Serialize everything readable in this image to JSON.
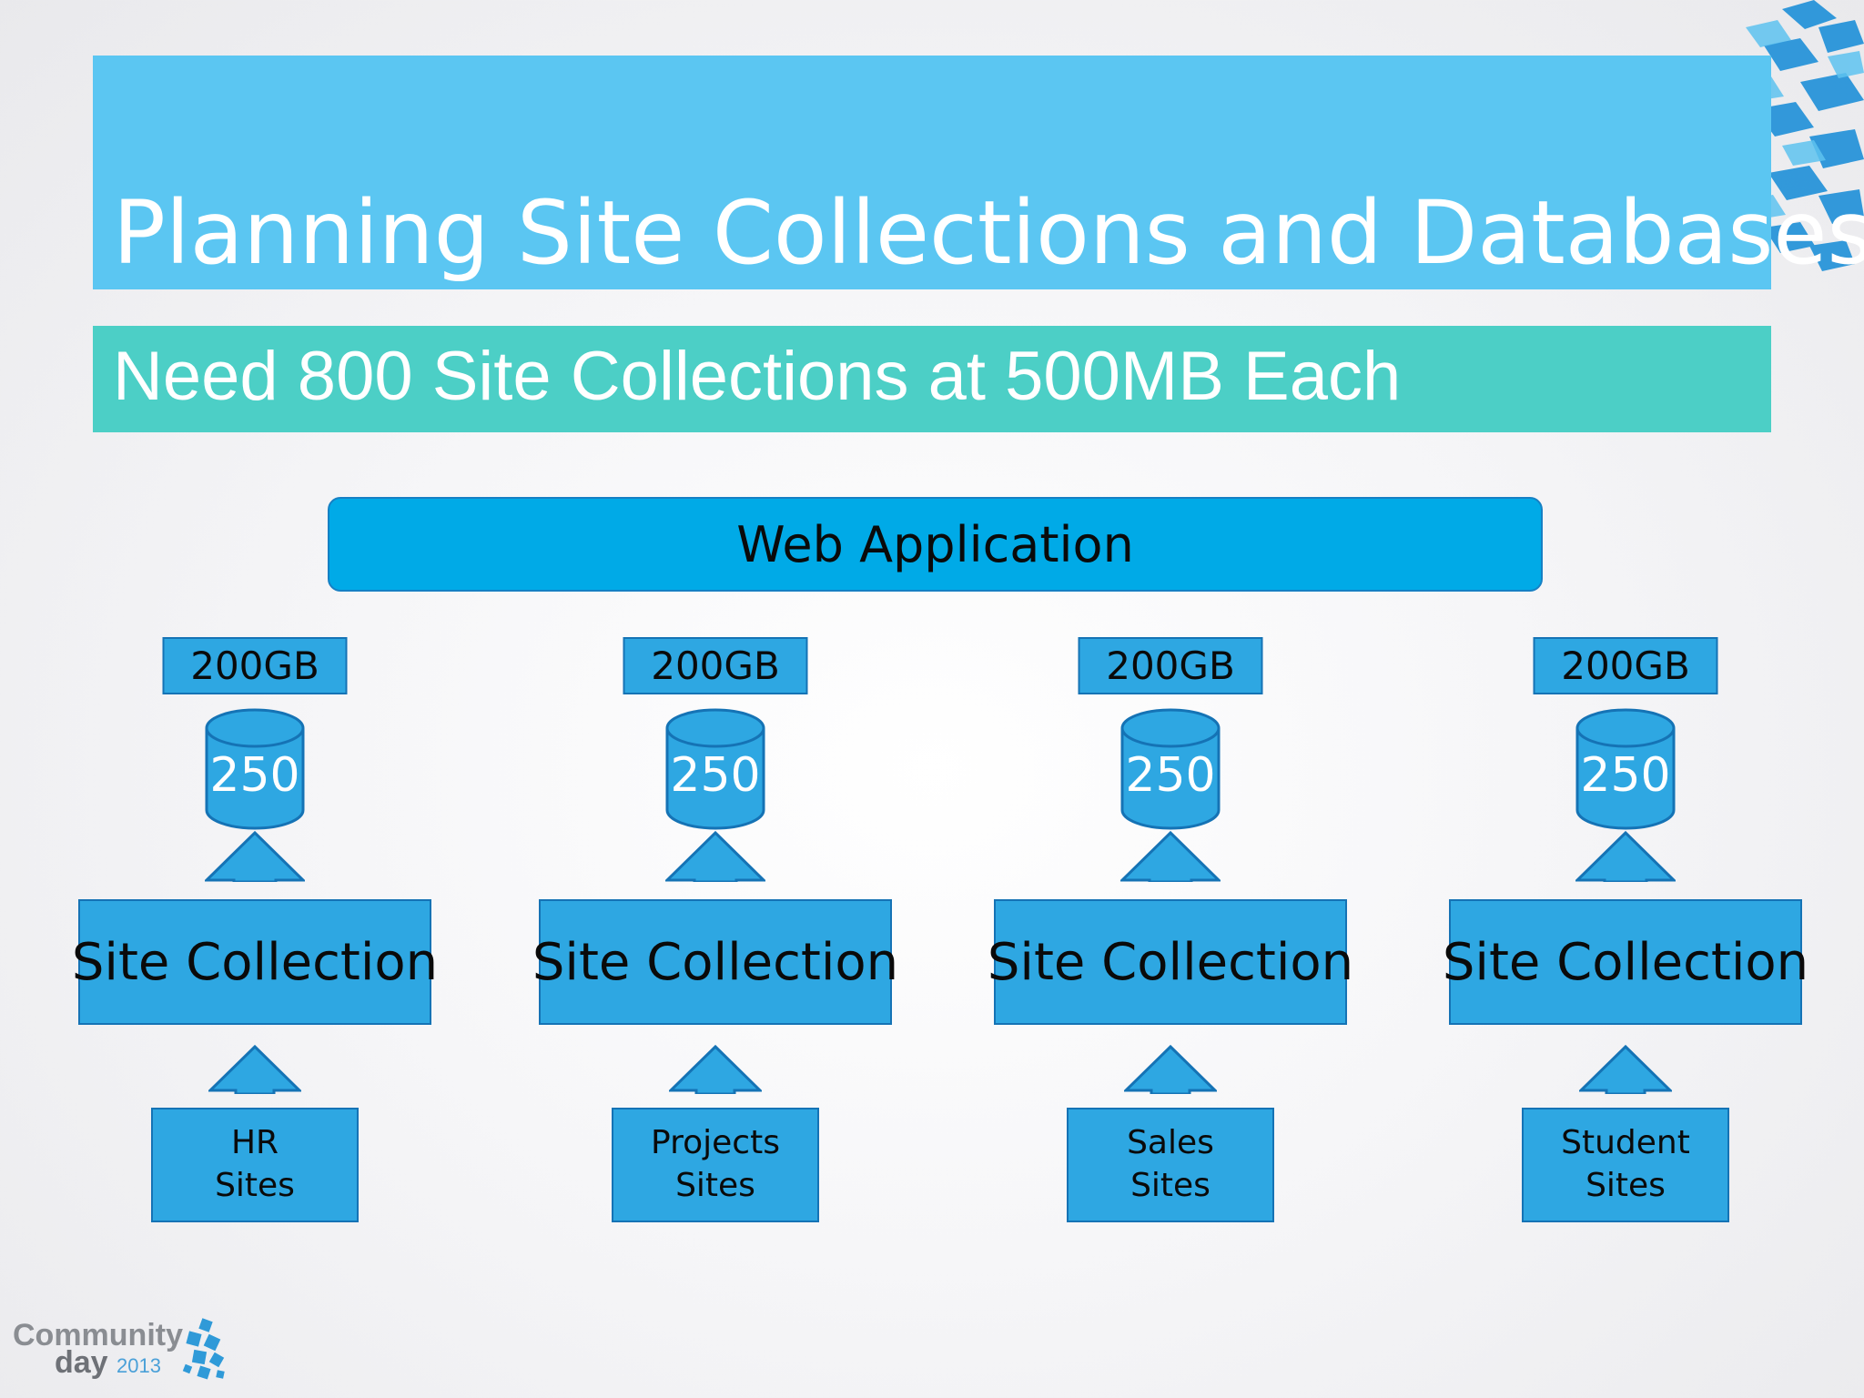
{
  "slide": {
    "title": "Planning Site Collections and Databases",
    "subtitle": "Need 800 Site Collections at 500MB Each"
  },
  "diagram": {
    "web_application": "Web Application",
    "columns": [
      {
        "db_size": "200GB",
        "db_count": "250",
        "site_collection": "Site Collection",
        "sites_line1": "HR",
        "sites_line2": "Sites"
      },
      {
        "db_size": "200GB",
        "db_count": "250",
        "site_collection": "Site Collection",
        "sites_line1": "Projects",
        "sites_line2": "Sites"
      },
      {
        "db_size": "200GB",
        "db_count": "250",
        "site_collection": "Site Collection",
        "sites_line1": "Sales",
        "sites_line2": "Sites"
      },
      {
        "db_size": "200GB",
        "db_count": "250",
        "site_collection": "Site Collection",
        "sites_line1": "Student",
        "sites_line2": "Sites"
      }
    ]
  },
  "logo": {
    "line1": "Community",
    "line2": "day",
    "year": "2013"
  },
  "colors": {
    "title_bar": "#5bc6f2",
    "subtitle_bar": "#4ccfc6",
    "web_app": "#00aae7",
    "shape_fill": "#2ea7e2",
    "shape_border": "#1573b5"
  },
  "icons": {
    "database": "database-cylinder-icon",
    "arrow": "arrow-up-icon",
    "logo_mark": "cube-cluster-icon"
  }
}
